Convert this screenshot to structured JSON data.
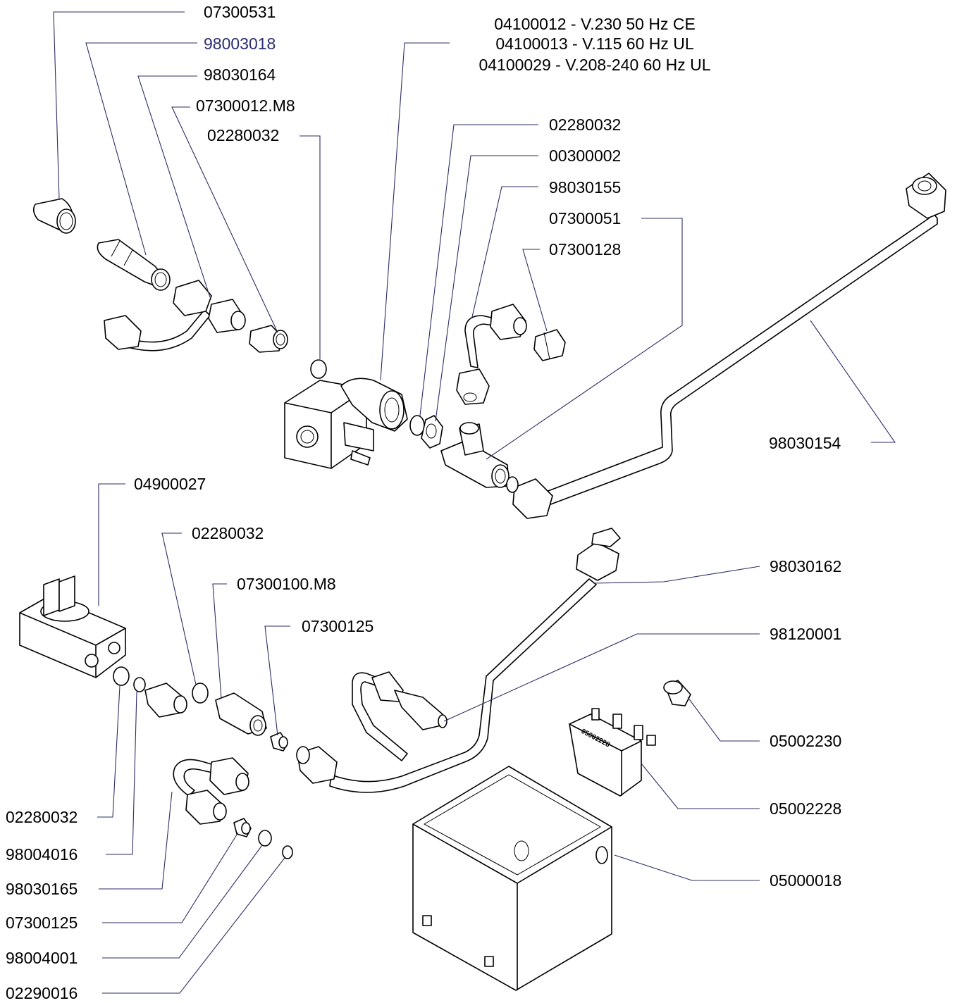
{
  "callouts": [
    {
      "id": "07300531",
      "label": "07300531"
    },
    {
      "id": "98003018",
      "label": "98003018"
    },
    {
      "id": "98030164",
      "label": "98030164"
    },
    {
      "id": "07300012-m8",
      "label": "07300012.M8"
    },
    {
      "id": "02280032-a",
      "label": "02280032"
    },
    {
      "id": "valve-ce",
      "label": "04100012 - V.230 50 Hz CE"
    },
    {
      "id": "valve-ul115",
      "label": "04100013 - V.115 60 Hz UL"
    },
    {
      "id": "valve-ul208",
      "label": "04100029 - V.208-240 60 Hz UL"
    },
    {
      "id": "02280032-b",
      "label": "02280032"
    },
    {
      "id": "00300002",
      "label": "00300002"
    },
    {
      "id": "98030155",
      "label": "98030155"
    },
    {
      "id": "07300051",
      "label": "07300051"
    },
    {
      "id": "07300128",
      "label": "07300128"
    },
    {
      "id": "98030154",
      "label": "98030154"
    },
    {
      "id": "04900027",
      "label": "04900027"
    },
    {
      "id": "02280032-c",
      "label": "02280032"
    },
    {
      "id": "07300100-m8",
      "label": "07300100.M8"
    },
    {
      "id": "07300125-a",
      "label": "07300125"
    },
    {
      "id": "98030162",
      "label": "98030162"
    },
    {
      "id": "98120001",
      "label": "98120001"
    },
    {
      "id": "05002230",
      "label": "05002230"
    },
    {
      "id": "05002228",
      "label": "05002228"
    },
    {
      "id": "05000018",
      "label": "05000018"
    },
    {
      "id": "02280032-d",
      "label": "02280032"
    },
    {
      "id": "98004016",
      "label": "98004016"
    },
    {
      "id": "98030165",
      "label": "98030165"
    },
    {
      "id": "07300125-b",
      "label": "07300125"
    },
    {
      "id": "98004001",
      "label": "98004001"
    },
    {
      "id": "02290016",
      "label": "02290016"
    }
  ],
  "pump_label": "05002228",
  "colors": {
    "line": "#000000",
    "leader": "#2a2d66",
    "highlight_label": "#2b2e6e"
  }
}
